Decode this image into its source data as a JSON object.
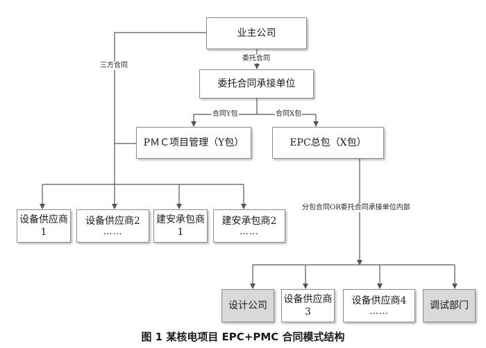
{
  "nodes": {
    "owner": "业主公司",
    "delegate": "委托合同承接单位",
    "pmc": "PＭＣ项目管理（Y包）",
    "epc": "EPC总包（X包）",
    "eq1": "设备供应商1",
    "eq2": "设备供应商2",
    "eq2_more": "……",
    "ci1": "建安承包商1",
    "ci2": "建安承包商2",
    "ci2_more": "……",
    "design": "设计公司",
    "eq3": "设备供应商3",
    "eq4": "设备供应商4",
    "eq4_more": "……",
    "debug": "调试部门"
  },
  "labels": {
    "tripartite": "三方合同",
    "entrust": "委托合同",
    "contract_y": "合同Y包",
    "contract_x": "合同X包",
    "subcontract": "分包合同OR委托合同承接单位内部"
  },
  "caption": "图 1  某核电项目 EPC+PMC 合同模式结构"
}
